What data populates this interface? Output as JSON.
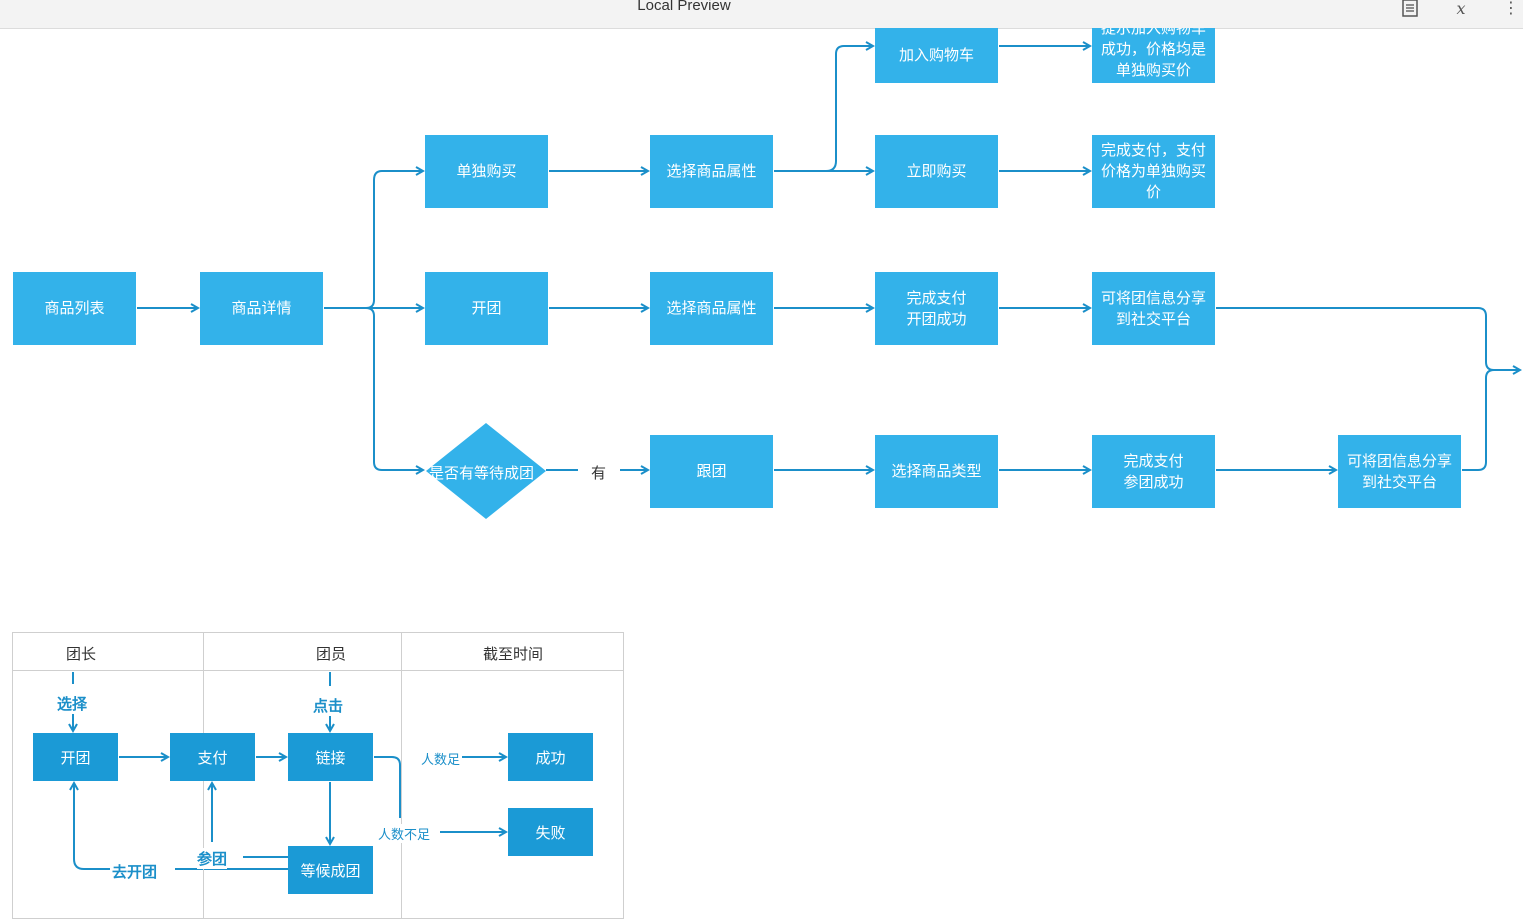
{
  "window": {
    "title": "Local Preview"
  },
  "toolbar": {
    "icons": [
      "document-icon",
      "formula-icon",
      "more-vertical-icon"
    ],
    "formula_glyph": "x",
    "more_glyph": "⋮"
  },
  "flow": {
    "nodes": {
      "product_list": "商品列表",
      "product_detail": "商品详情",
      "buy_alone": "单独购买",
      "select_attr_1": "选择商品属性",
      "add_cart": "加入购物车",
      "cart_result": "提示加入购物车\n成功，价格均是\n单独购买价",
      "buy_now": "立即购买",
      "buy_now_result": "完成支付，支付\n价格为单独购买\n价",
      "open_group": "开团",
      "select_attr_2": "选择商品属性",
      "pay_open": "完成支付\n开团成功",
      "share_1": "可将团信息分享\n到社交平台",
      "waiting_group": "是否有等待成团",
      "join_group": "跟团",
      "select_type": "选择商品类型",
      "pay_join": "完成支付\n参团成功",
      "share_2": "可将团信息分享\n到社交平台"
    },
    "edge_labels": {
      "has": "有"
    }
  },
  "swimlane": {
    "lanes": [
      "团长",
      "团员",
      "截至时间"
    ],
    "nodes": {
      "open": "开团",
      "pay": "支付",
      "link": "链接",
      "wait": "等候成团",
      "success": "成功",
      "fail": "失败"
    },
    "labels": {
      "select": "选择",
      "click": "点击",
      "go_open": "去开团",
      "join": "参团",
      "enough": "人数足",
      "not_enough": "人数不足"
    }
  },
  "colors": {
    "node": "#33b2ea",
    "line": "#1b8fc9",
    "legend_node": "#1b9ad6"
  }
}
